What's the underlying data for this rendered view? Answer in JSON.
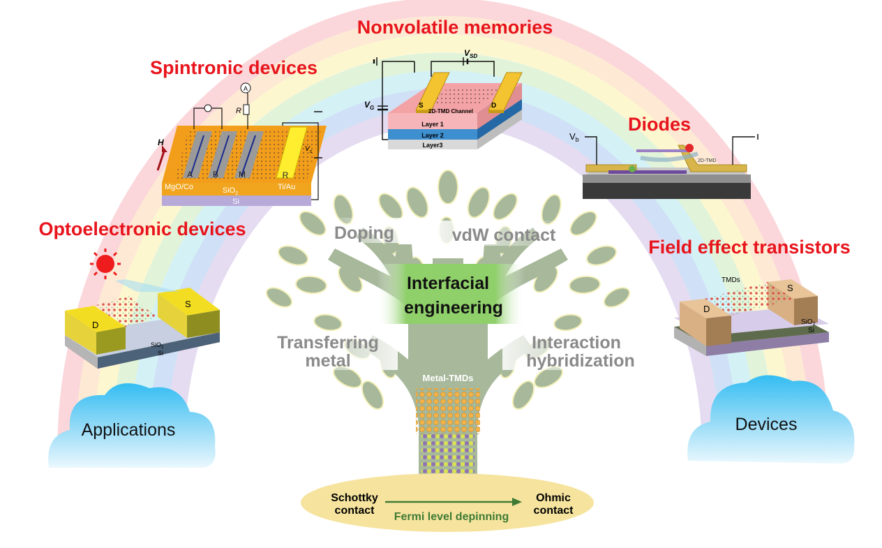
{
  "headings": {
    "nonvolatile": "Nonvolatile memories",
    "spintronic": "Spintronic devices",
    "diodes": "Diodes",
    "optoelectronic": "Optoelectronic devices",
    "fet": "Field effect transistors"
  },
  "clouds": {
    "left": "Applications",
    "right": "Devices"
  },
  "tree": {
    "center_line1": "Interfacial",
    "center_line2": "engineering",
    "doping": "Doping",
    "vdw": "vdW contact",
    "transferring_line1": "Transferring",
    "transferring_line2": "metal",
    "interaction_line1": "Interaction",
    "interaction_line2": "hybridization",
    "trunk_label": "Metal-TMDs"
  },
  "base": {
    "left_line1": "Schottky",
    "left_line2": "contact",
    "right_line1": "Ohmic",
    "right_line2": "contact",
    "arrow_label": "Fermi level depinning"
  },
  "memory_device": {
    "vsd": "V",
    "vsd_sub": "SD",
    "vg": "V",
    "vg_sub": "G",
    "source": "S",
    "drain": "D",
    "channel": "2D-TMD Channel",
    "layer1": "Layer 1",
    "layer2": "Layer 2",
    "layer3": "Layer3"
  },
  "spin_device": {
    "h": "H",
    "r": "R",
    "ammeter": "A",
    "vs": "V",
    "vs_sub": "s",
    "a": "A",
    "b": "B",
    "m": "M",
    "r_pad": "R",
    "mgo": "MgO/Co",
    "tiau": "Ti/Au",
    "sio2": "SiO",
    "sio2_sub": "2",
    "si": "Si"
  },
  "diode_device": {
    "vb": "V",
    "vb_sub": "b",
    "label": "2D-TMD"
  },
  "opto_device": {
    "d": "D",
    "s": "S",
    "sio2": "SiO",
    "sio2_sub": "2",
    "si": "Si"
  },
  "fet_device": {
    "d": "D",
    "s": "S",
    "tmds": "TMDs",
    "sio2": "SiO",
    "sio2_sub": "2",
    "si": "Si"
  },
  "colors": {
    "heading_red": "#e8141c",
    "tree_green": "#a7b89b",
    "branch_label_grey": "#8a8a8a",
    "center_box": "#7dc35e",
    "base_ellipse": "#f6e49e",
    "arrow_green": "#3f7a35"
  }
}
